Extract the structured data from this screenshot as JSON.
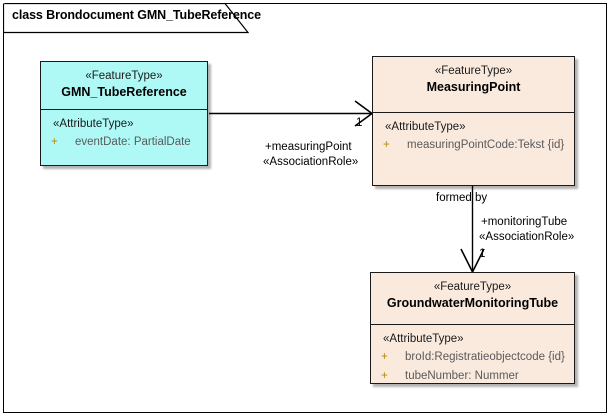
{
  "frame": {
    "title": "class Brondocument GMN_TubeReference"
  },
  "colors": {
    "cyan_fill": "#aef9f6",
    "peach_fill": "#faeade",
    "border": "#1a1a1a",
    "attribute_text": "#5a5a5a",
    "visibility_marker": "#b8860b",
    "frame_border": "#000000"
  },
  "classes": [
    {
      "id": "gmn-tubereference",
      "stereotype": "«FeatureType»",
      "name": "GMN_TubeReference",
      "fill": "cyan",
      "attributes_stereotype": "«AttributeType»",
      "attributes": [
        {
          "visibility": "+",
          "text": "eventDate: PartialDate"
        }
      ]
    },
    {
      "id": "measuringpoint",
      "stereotype": "«FeatureType»",
      "name": "MeasuringPoint",
      "fill": "peach",
      "attributes_stereotype": "«AttributeType»",
      "attributes": [
        {
          "visibility": "+",
          "text": "measuringPointCode:Tekst {id}"
        }
      ]
    },
    {
      "id": "groundwatermonitoringtube",
      "stereotype": "«FeatureType»",
      "name": "GroundwaterMonitoringTube",
      "fill": "peach",
      "attributes_stereotype": "«AttributeType»",
      "attributes": [
        {
          "visibility": "+",
          "text": "broId:Registratieobjectcode {id}"
        },
        {
          "visibility": "+",
          "text": "tubeNumber: Nummer"
        }
      ]
    }
  ],
  "associations": [
    {
      "id": "assoc-measuringpoint",
      "from": "gmn-tubereference",
      "to": "measuringpoint",
      "target_multiplicity": "1",
      "role_name": "+measuringPoint",
      "role_stereotype": "«AssociationRole»"
    },
    {
      "id": "assoc-monitoringtube",
      "from": "measuringpoint",
      "to": "groundwatermonitoringtube",
      "name": "formed by",
      "target_multiplicity": "1",
      "role_name": "+monitoringTube",
      "role_stereotype": "«AssociationRole»"
    }
  ]
}
